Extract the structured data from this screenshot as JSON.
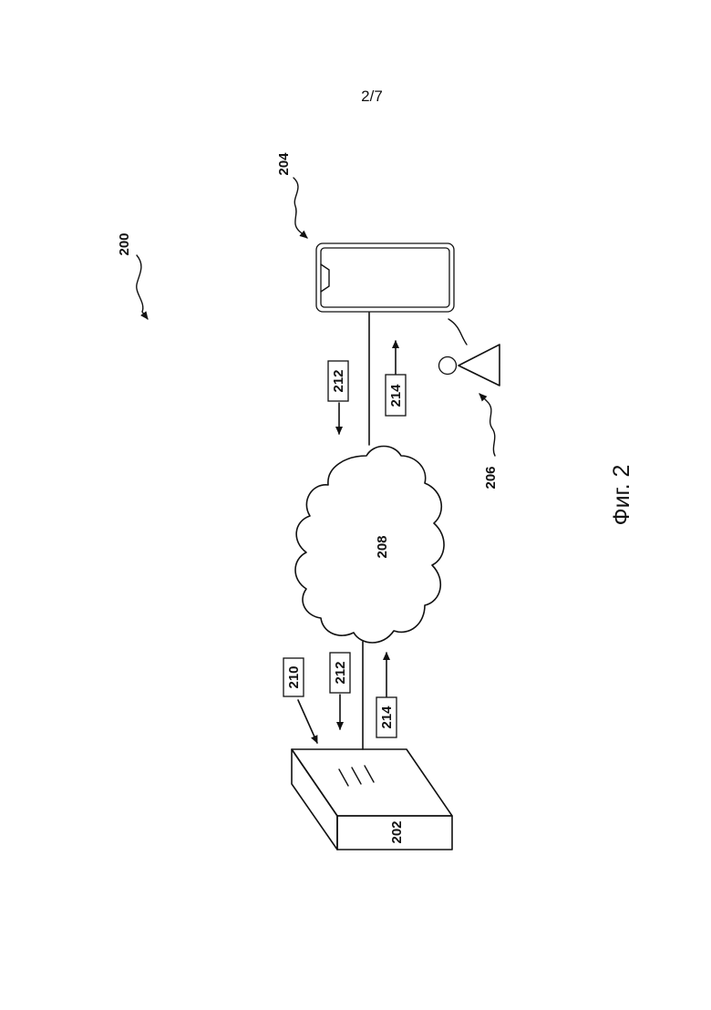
{
  "page_number": "2/7",
  "figure_caption": "Фиг. 2",
  "labels": {
    "system": "200",
    "server": "202",
    "device": "204",
    "user": "206",
    "network": "208",
    "instructions": "210",
    "request_upper": "212",
    "response_upper": "214",
    "request_lower": "212",
    "response_lower": "214"
  }
}
